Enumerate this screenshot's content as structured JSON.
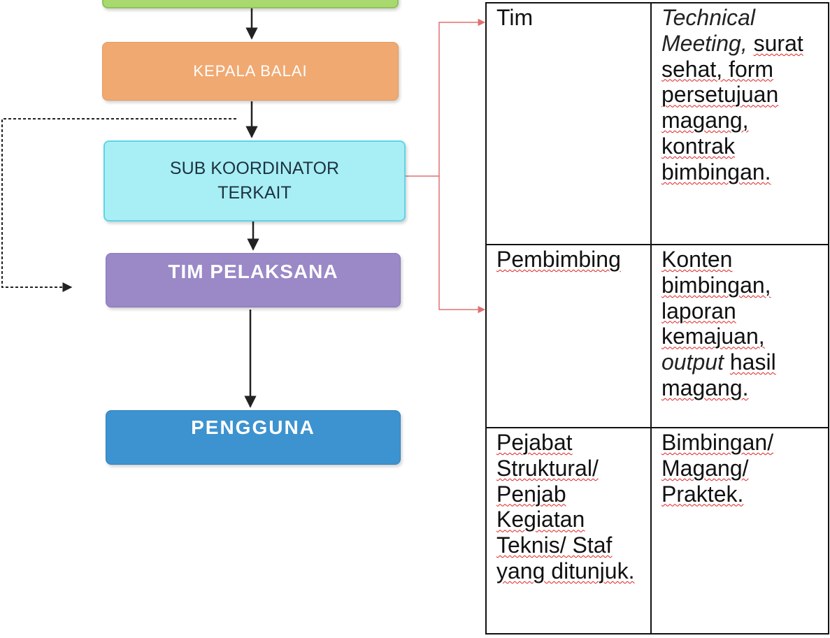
{
  "flow": {
    "kepala_balai": "KEPALA BALAI",
    "sub_koordinator_line1": "SUB KOORDINATOR",
    "sub_koordinator_line2": "TERKAIT",
    "tim_pelaksana": "TIM PELAKSANA",
    "pengguna": "PENGGUNA"
  },
  "table": {
    "rows": [
      {
        "role": "Tim",
        "detail_italic": "Technical Meeting,",
        "detail_rest": "surat sehat, form persetujuan magang, kontrak bimbingan."
      },
      {
        "role": "Pembimbing",
        "detail_start": "Konten bimbingan, laporan kemajuan,",
        "detail_italic": "output",
        "detail_end": "hasil magang."
      },
      {
        "role": "Pejabat Struktural/ Penjab Kegiatan Teknis/ Staf yang ditunjuk.",
        "detail": "Bimbingan/ Magang/ Praktek."
      }
    ]
  },
  "colors": {
    "kepala_balai": "#f0a971",
    "sub_koordinator": "#a8eff5",
    "tim_pelaksana": "#9a88c7",
    "pengguna": "#3d93d0",
    "connector": "#e07070"
  }
}
